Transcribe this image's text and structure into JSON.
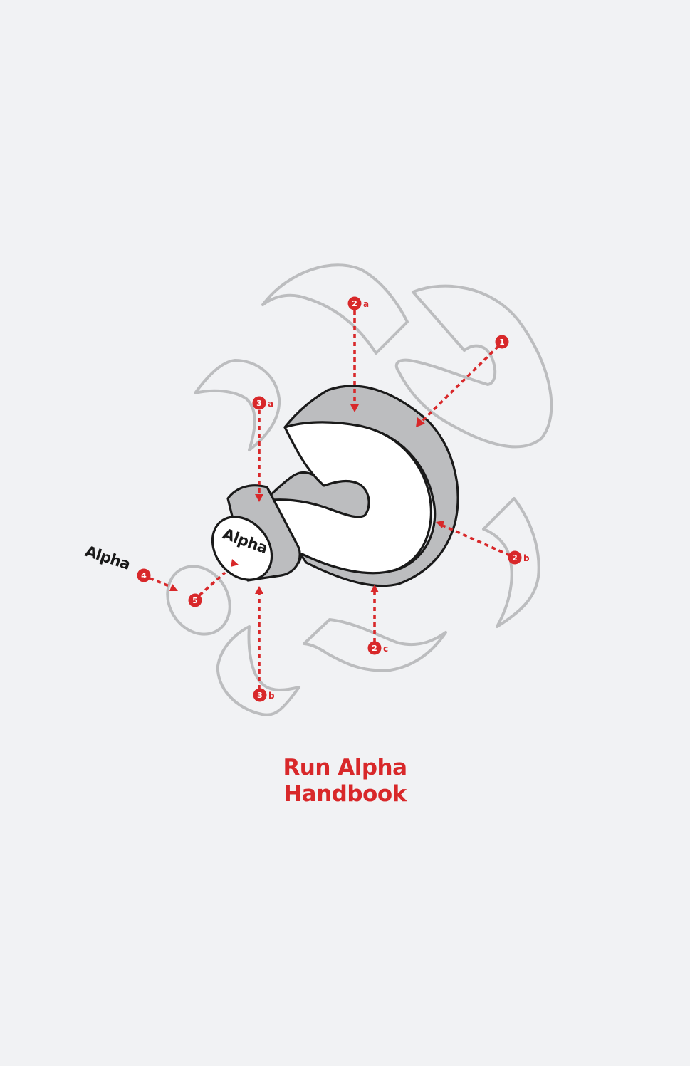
{
  "cover": {
    "title_line1": "Run Alpha",
    "title_line2": "Handbook",
    "accent_color": "#d8282a",
    "background_color": "#f1f2f4"
  },
  "diagram": {
    "subject": "exploded-view-question-mark",
    "dot_label": "Alpha",
    "floating_label": "Alpha",
    "callouts": [
      {
        "number": "1",
        "suffix": ""
      },
      {
        "number": "2",
        "suffix": "a"
      },
      {
        "number": "2",
        "suffix": "b"
      },
      {
        "number": "2",
        "suffix": "c"
      },
      {
        "number": "3",
        "suffix": "a"
      },
      {
        "number": "3",
        "suffix": "b"
      },
      {
        "number": "4",
        "suffix": ""
      },
      {
        "number": "5",
        "suffix": ""
      }
    ]
  }
}
